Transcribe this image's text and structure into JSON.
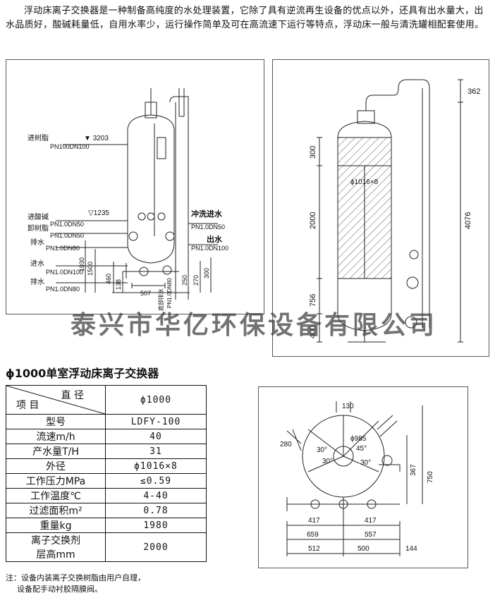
{
  "intro": "浮动床离子交换器是一种制备高纯度的水处理装置，它除了具有逆流再生设备的优点以外，还具有出水量大，出水品质好，酸碱耗量低，自用水率少，运行操作简单及可在高流速下运行等特点，浮动床一般与清洗罐相配套使用。",
  "diagram_left": {
    "labels": {
      "resin_in": "进树脂",
      "resin_in_spec": "PN100DN100",
      "level_top": "3203",
      "acid_in": "进酸碱",
      "resin_out": "卸树脂",
      "spec_pn1_dn50": "PN1.0DN50",
      "spec_pn1_dn50b": "PN1.0DN50",
      "drain1": "排水",
      "spec_pn1_dn80": "PN1.0DN80",
      "water_in": "进水",
      "spec_pn1_dn100": "PN1.0DN100",
      "drain2": "排水",
      "spec_pn1_dn80b": "PN1.0DN80",
      "level_mid": "1235",
      "flush_in": "冲洗进水",
      "flush_spec": "PN1.0DN50",
      "water_out": "出水",
      "out_spec": "PN1.0DN100",
      "d1030": "1030",
      "d1500": "1500",
      "d460": "460",
      "d138": "138",
      "d507": "507",
      "d250": "250",
      "d270": "270",
      "d300": "300",
      "bottom_drain": "底部排水",
      "bottom_spec": "PN1.0DN80"
    }
  },
  "diagram_right": {
    "labels": {
      "d362": "362",
      "d300": "300",
      "shell": "ϕ1016×8",
      "d2000": "2000",
      "d4076": "4076",
      "d756": "756",
      "d400": "400"
    }
  },
  "diagram_plan": {
    "labels": {
      "d130": "130",
      "d280": "280",
      "d985": "ϕ985",
      "a45": "45°",
      "a30a": "30°",
      "a30b": "30°",
      "a30c": "30°",
      "d367": "367",
      "d750": "750",
      "d417a": "417",
      "d417b": "417",
      "d659": "659",
      "d557": "557",
      "d512": "512",
      "d500": "500",
      "d144": "144"
    }
  },
  "watermark": "泰兴市华亿环保设备有限公司",
  "subtitle": "ϕ1000单室浮动床离子交换器",
  "table": {
    "header_top": "直 径",
    "header_bottom": "项 目",
    "header_value": "ϕ1000",
    "rows": [
      {
        "label": "型号",
        "value": "LDFY-100"
      },
      {
        "label": "流速m/h",
        "value": "40"
      },
      {
        "label": "产水量T/H",
        "value": "31"
      },
      {
        "label": "外径",
        "value": "ϕ1016×8"
      },
      {
        "label": "工作压力MPa",
        "value": "≤0.59"
      },
      {
        "label": "工作温度℃",
        "value": "4-40"
      },
      {
        "label": "过滤面积m²",
        "value": "0.78"
      },
      {
        "label": "重量kg",
        "value": "1980"
      }
    ],
    "last_label_1": "离子交换剂",
    "last_label_2": "层高mm",
    "last_value": "2000"
  },
  "note_1": "注：设备内装离子交换树脂由用户自理，",
  "note_2": "设备配手动衬胶隔膜阀。"
}
